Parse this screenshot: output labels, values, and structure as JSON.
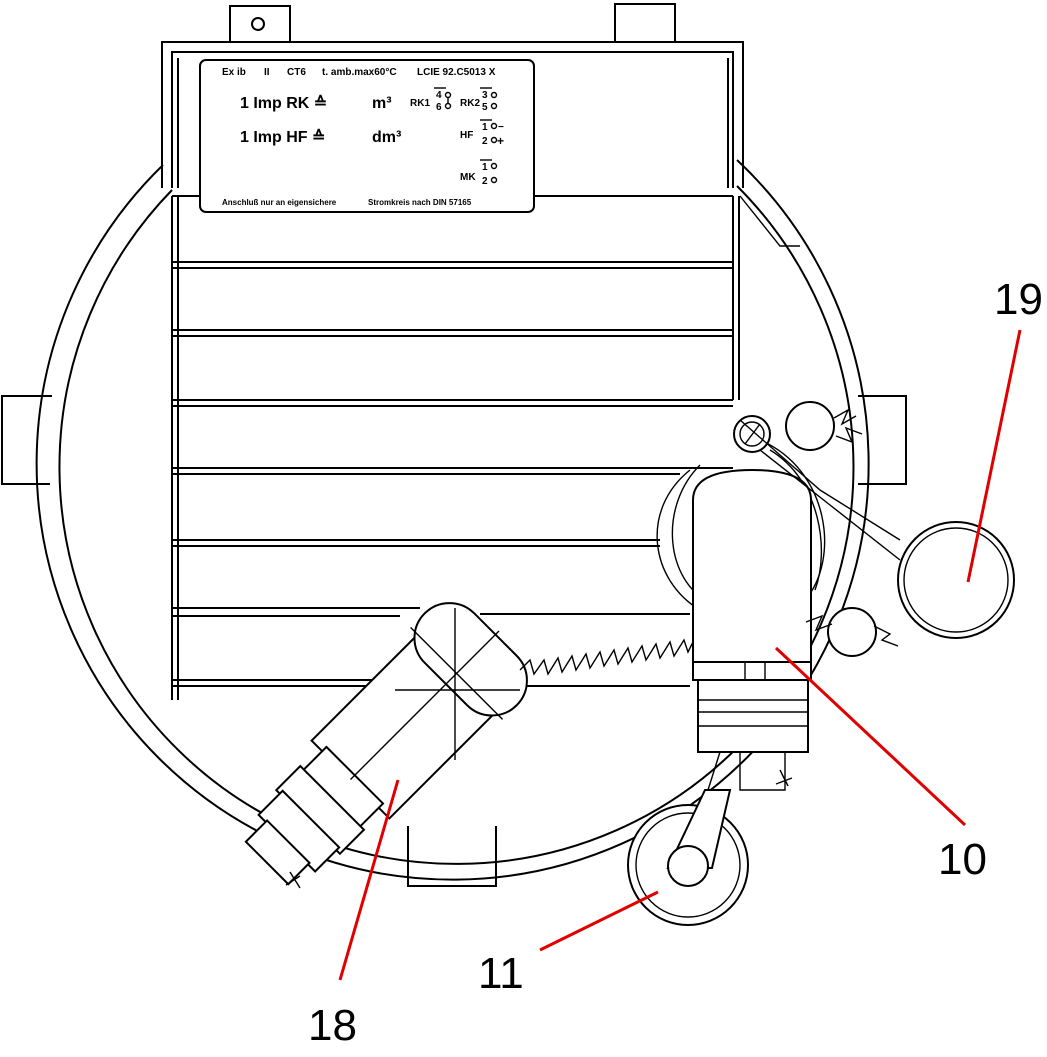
{
  "nameplate": {
    "header": {
      "mark": "Ex ib",
      "group": "II",
      "temp_class": "CT6",
      "ambient": "t. amb.max60°C",
      "model": "LCIE 92.C5013 X"
    },
    "rows": [
      {
        "label": "1 Imp RK ≙",
        "unit": "m³"
      },
      {
        "label": "1 Imp HF ≙",
        "unit": "dm³"
      }
    ],
    "contacts": {
      "rk1": {
        "label": "RK1",
        "pins": [
          "4",
          "6"
        ]
      },
      "rk2": {
        "label": "RK2",
        "pins": [
          "3",
          "5"
        ]
      },
      "hf": {
        "label": "HF",
        "pins": [
          "1",
          "2"
        ],
        "polarity": [
          "−",
          "+"
        ]
      },
      "mk": {
        "label": "MK",
        "pins": [
          "1",
          "2"
        ]
      }
    },
    "footer": {
      "left": "Anschluß nur an eigensichere",
      "right": "Stromkreis nach DIN 57165"
    }
  },
  "callouts": [
    {
      "id": "19",
      "text": "19"
    },
    {
      "id": "10",
      "text": "10"
    },
    {
      "id": "11",
      "text": "11"
    },
    {
      "id": "18",
      "text": "18"
    }
  ],
  "colors": {
    "line": "#000000",
    "leader": "#e00000",
    "background": "#ffffff"
  }
}
